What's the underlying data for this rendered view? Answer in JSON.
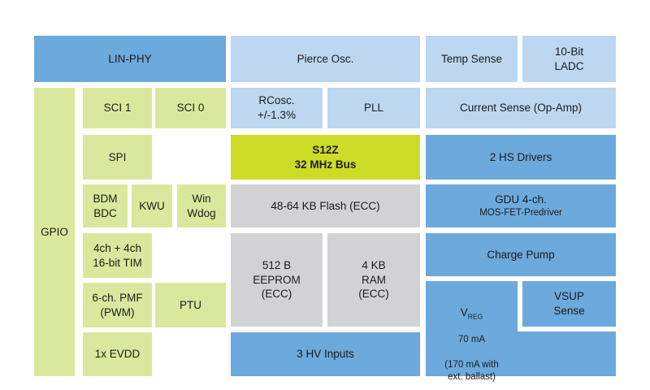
{
  "diagram": {
    "blocks": {
      "lin_phy": "LIN-PHY",
      "gpio": "GPIO",
      "sci1": "SCI 1",
      "sci0": "SCI 0",
      "spi": "SPI",
      "bdm_bdc": "BDM\nBDC",
      "kwu": "KWU",
      "win_wdog": "Win\nWdog",
      "tim": "4ch + 4ch\n16-bit TIM",
      "pmf": "6-ch. PMF\n(PWM)",
      "ptu": "PTU",
      "evdd": "1x EVDD",
      "pierce_osc": "Pierce Osc.",
      "rcosc": "RCosc.\n+/-1.3%",
      "pll": "PLL",
      "cpu": "S12Z\n32 MHz Bus",
      "flash": "48-64 KB Flash (ECC)",
      "eeprom": "512 B\nEEPROM\n(ECC)",
      "ram": "4 KB\nRAM\n(ECC)",
      "hv_inputs": "3 HV Inputs",
      "temp_sense": "Temp Sense",
      "ladc": "10-Bit\nLADC",
      "current_sense": "Current Sense (Op-Amp)",
      "hs_drivers": "2 HS Drivers",
      "gdu_line1": "GDU 4-ch.",
      "gdu_line2": "MOS-FET-Predriver",
      "charge_pump": "Charge Pump",
      "vreg_symbol": "V",
      "vreg_subscript": "REG",
      "vreg_current": "70 mA",
      "vreg_note": "(170 mA with\next. ballast)",
      "vsup_sense": "VSUP\nSense"
    },
    "colors": {
      "medium_blue": "#6CA9DC",
      "light_blue": "#BCD7EF",
      "green": "#DAE89D",
      "lime": "#CDDC26",
      "gray": "#D2D2D4",
      "text": "#1C1C1C",
      "background": "#FFFFFF"
    }
  }
}
